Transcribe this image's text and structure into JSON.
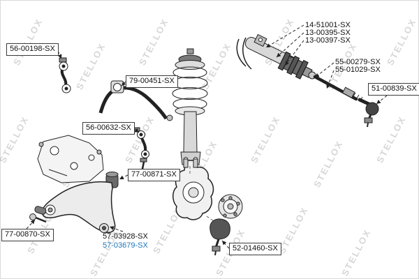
{
  "watermark": {
    "text": "STELLOX"
  },
  "highlight_color": "#1b75bc",
  "labels": [
    {
      "text": "56-00198-SX",
      "boxed": true
    },
    {
      "text": "79-00451-SX",
      "boxed": true
    },
    {
      "text": "56-00632-SX",
      "boxed": true
    },
    {
      "text": "77-00871-SX",
      "boxed": true
    },
    {
      "text": "77-00870-SX",
      "boxed": true
    },
    {
      "text": "57-03928-SX",
      "boxed": false
    },
    {
      "text": "57-03679-SX",
      "boxed": false,
      "highlighted": true
    },
    {
      "text": "52-01460-SX",
      "boxed": true
    },
    {
      "text": "14-51001-SX",
      "boxed": false
    },
    {
      "text": "13-00395-SX",
      "boxed": false
    },
    {
      "text": "13-00397-SX",
      "boxed": false
    },
    {
      "text": "55-00279-SX",
      "boxed": false
    },
    {
      "text": "55-01029-SX",
      "boxed": false
    },
    {
      "text": "51-00839-SX",
      "boxed": true
    }
  ]
}
